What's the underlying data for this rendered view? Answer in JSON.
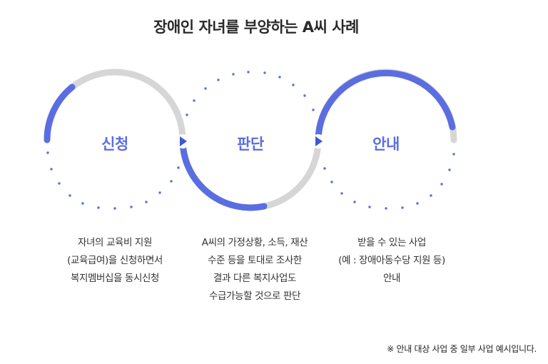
{
  "title": "장애인 자녀를 부양하는 A씨 사례",
  "colors": {
    "accent": "#5b6ee1",
    "track": "#d6d6d6",
    "dots": "#5b6ee1"
  },
  "steps": [
    {
      "label": "신청",
      "desc": [
        "자녀의 교육비 지원",
        "(교육급여)을 신청하면서",
        "복지멤버십을 동시신청"
      ]
    },
    {
      "label": "판단",
      "desc": [
        "A씨의 가정상황, 소득, 재산",
        "수준 등을 토대로 조사한",
        "결과 다른 복지사업도",
        "수급가능할 것으로 판단"
      ]
    },
    {
      "label": "안내",
      "desc": [
        "받을 수 있는 사업",
        "(예 : 장애아동수당 지원 등)",
        "안내"
      ]
    }
  ],
  "arrow_icon": "triangle-right-icon",
  "footnote": "※ 안내 대상 사업 중 일부 사업 예시입니다."
}
